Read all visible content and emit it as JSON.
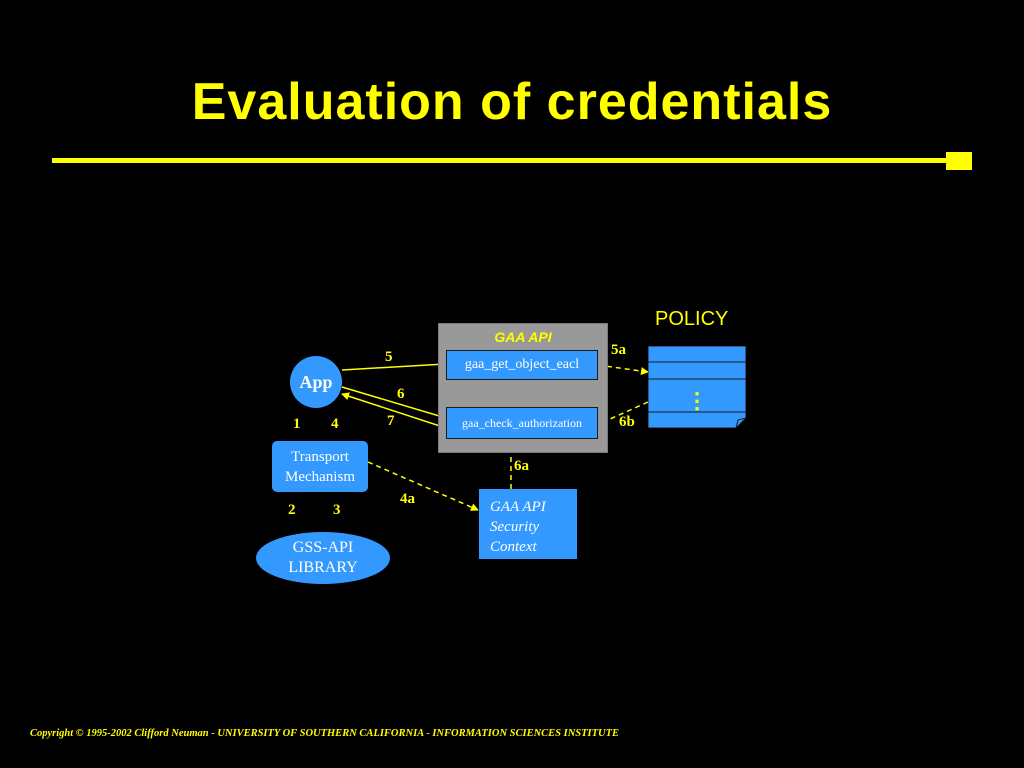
{
  "slide": {
    "title": "Evaluation of credentials",
    "copyright": "Copyright © 1995-2002 Clifford Neuman - UNIVERSITY OF SOUTHERN CALIFORNIA - INFORMATION SCIENCES INSTITUTE"
  },
  "diagram": {
    "app_label": "App",
    "transport": [
      "Transport",
      "Mechanism"
    ],
    "gss_library": [
      "GSS-API",
      "LIBRARY"
    ],
    "gaa_panel_title": "GAA  API",
    "gaa_get_object_eacl": "gaa_get_object_eacl",
    "gaa_check_authorization": "gaa_check_authorization",
    "security_context": [
      "GAA API",
      "Security",
      "Context"
    ],
    "policy_title": "POLICY",
    "policy_ellipsis": "⋮",
    "step_labels": {
      "s1": "1",
      "s2": "2",
      "s3": "3",
      "s4": "4",
      "s4a": "4a",
      "s5": "5",
      "s5a": "5a",
      "s6": "6",
      "s6a": "6a",
      "s6b": "6b",
      "s7": "7"
    }
  },
  "colors": {
    "background": "#000000",
    "accent": "#ffff00",
    "box_fill": "#3399ff",
    "panel_fill": "#999999"
  }
}
